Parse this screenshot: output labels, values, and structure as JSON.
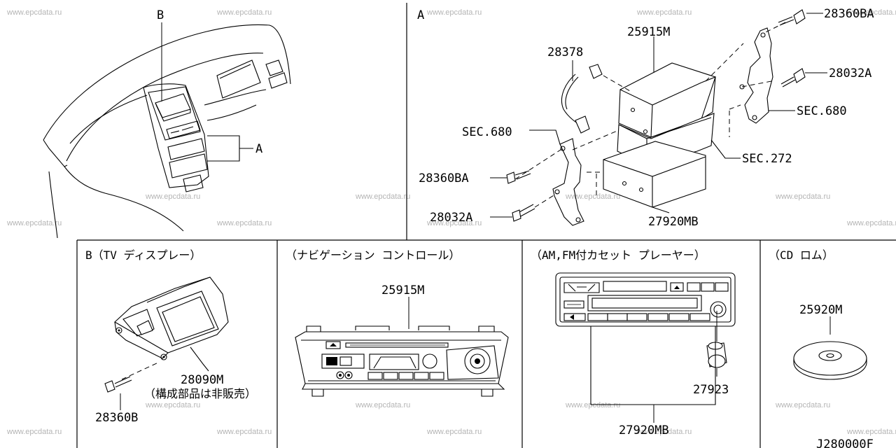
{
  "watermark": "www.epcdata.ru",
  "diagram_code": "J280000F",
  "overview": {
    "label_b": "B",
    "label_a": "A"
  },
  "section_a": {
    "title": "A",
    "parts": {
      "p1": "28360BA",
      "p2": "25915M",
      "p3": "28378",
      "p4": "28032A",
      "p5": "SEC.680",
      "p6": "SEC.680",
      "p7": "SEC.272",
      "p8": "28360BA",
      "p9": "28032A",
      "p10": "27920MB"
    }
  },
  "panel_b": {
    "title": "B（TV ディスプレー）",
    "part_display": "28090M",
    "note": "（構成部品は非販売）",
    "part_bolt": "28360B"
  },
  "panel_nav": {
    "title": "（ナビゲーション コントロール）",
    "part": "25915M"
  },
  "panel_radio": {
    "title": "（AM,FM付カセット プレーヤー）",
    "part_knob": "27923",
    "part_unit": "27920MB"
  },
  "panel_cd": {
    "title": "（CD ロム）",
    "part": "25920M"
  }
}
